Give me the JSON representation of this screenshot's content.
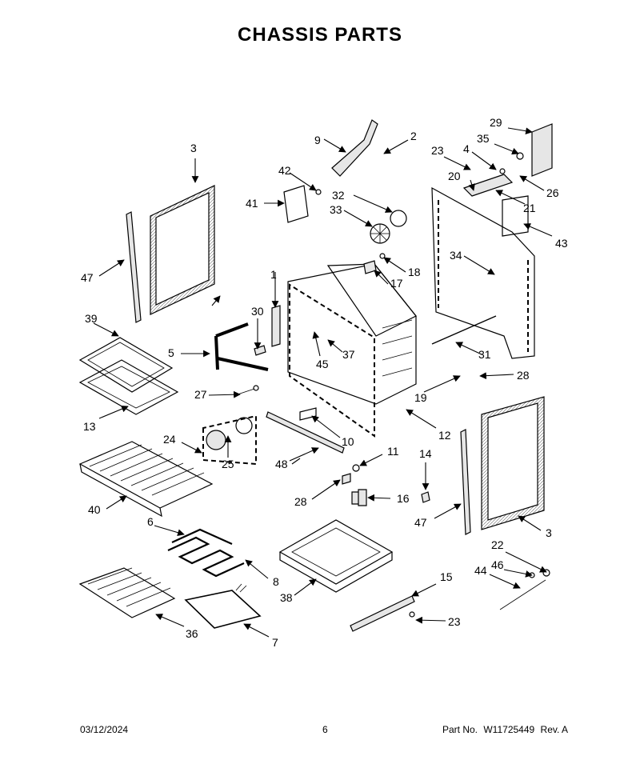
{
  "title": "CHASSIS PARTS",
  "footer": {
    "date": "03/12/2024",
    "page": "6",
    "part_label": "Part No.",
    "part_number": "W11725449",
    "revision": "Rev. A"
  },
  "callouts": {
    "c1": "1",
    "c2": "2",
    "c3a": "3",
    "c3b": "3",
    "c4": "4",
    "c5": "5",
    "c6": "6",
    "c7": "7",
    "c8": "8",
    "c9": "9",
    "c10": "10",
    "c11": "11",
    "c12": "12",
    "c13": "13",
    "c14": "14",
    "c15": "15",
    "c16": "16",
    "c17": "17",
    "c18": "18",
    "c19": "19",
    "c20": "20",
    "c21": "21",
    "c22": "22",
    "c23a": "23",
    "c23b": "23",
    "c24": "24",
    "c25": "25",
    "c26": "26",
    "c27": "27",
    "c28a": "28",
    "c28b": "28",
    "c29": "29",
    "c30": "30",
    "c31": "31",
    "c32": "32",
    "c33": "33",
    "c34": "34",
    "c35": "35",
    "c36": "36",
    "c37": "37",
    "c38": "38",
    "c39": "39",
    "c40": "40",
    "c41": "41",
    "c42": "42",
    "c43": "43",
    "c44": "44",
    "c45": "45",
    "c46": "46",
    "c47a": "47",
    "c47b": "47",
    "c48": "48"
  }
}
